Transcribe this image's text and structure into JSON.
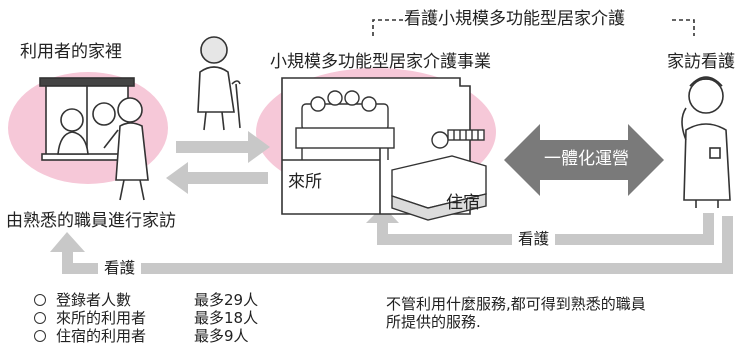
{
  "labels": {
    "top_bracket": "看護小規模多功能型居家介護",
    "home": "利用者的家裡",
    "facility_title": "小規模多功能型居家介護事業",
    "visiting_nurse": "家訪看護",
    "day_visit": "來所",
    "stay": "住宿",
    "integrated": "一體化運營",
    "home_visit_by_staff": "由熟悉的職員進行家訪",
    "nursing_inner": "看護",
    "nursing_outer": "看護"
  },
  "stats": [
    {
      "label": "登錄者人數",
      "value": "最多29人"
    },
    {
      "label": "來所的利用者",
      "value": "最多18人"
    },
    {
      "label": "住宿的利用者",
      "value": "最多9人"
    }
  ],
  "note": {
    "line1": "不管利用什麼服務,都可得到熟悉的職員",
    "line2": "所提供的服務."
  },
  "colors": {
    "pink": "#f6c8d8",
    "arrow_gray": "#c8c8c8",
    "dark_arrow": "#7a7a7a",
    "line": "#333333"
  }
}
